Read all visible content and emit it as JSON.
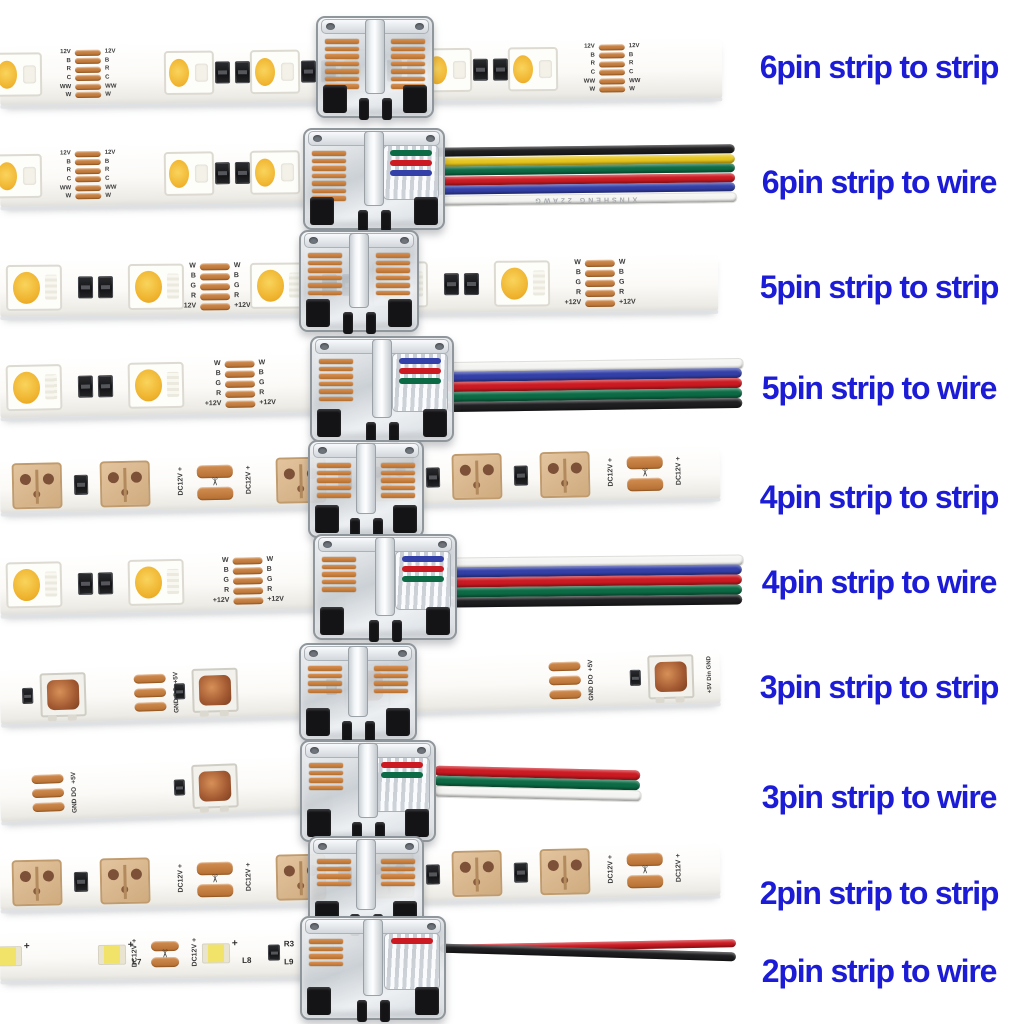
{
  "palette": {
    "background": "#ffffff",
    "label_color": "#1c1cd6",
    "copper": "#c0763c",
    "wire_hex": {
      "black": "#1e1e20",
      "yellow": "#e6c51e",
      "green": "#0c6b45",
      "red": "#cc1a22",
      "blue": "#3340a8",
      "white": "#f4f4f2"
    }
  },
  "rows": [
    {
      "label": "6pin strip to strip",
      "pins": 6,
      "connection": "strip-to-strip",
      "pad_labels": [
        "12V",
        "B",
        "R",
        "C",
        "WW",
        "W"
      ]
    },
    {
      "label": "6pin strip to wire",
      "pins": 6,
      "connection": "strip-to-wire",
      "pad_labels": [
        "12V",
        "B",
        "R",
        "C",
        "WW",
        "W"
      ],
      "wire_colors": [
        "black",
        "yellow",
        "green",
        "red",
        "blue",
        "white"
      ],
      "wire_print": "XINSHENG 22AWG"
    },
    {
      "label": "5pin strip to strip",
      "pins": 5,
      "connection": "strip-to-strip",
      "pad_labels": [
        "W",
        "B",
        "G",
        "R",
        "+12V"
      ]
    },
    {
      "label": "5pin strip to wire",
      "pins": 5,
      "connection": "strip-to-wire",
      "pad_labels": [
        "W",
        "B",
        "G",
        "R",
        "+12V"
      ],
      "wire_colors": [
        "white",
        "blue",
        "red",
        "green",
        "black"
      ]
    },
    {
      "label": "4pin strip to strip",
      "pins": 4,
      "connection": "strip-to-strip",
      "pad_labels": [
        "DC12V",
        "+"
      ],
      "cut_mark": "scissors"
    },
    {
      "label": "4pin strip to wire",
      "pins": 4,
      "connection": "strip-to-wire",
      "pad_labels": [
        "W",
        "B",
        "G",
        "R",
        "+12V"
      ],
      "wire_colors": [
        "white",
        "blue",
        "red",
        "green",
        "black"
      ]
    },
    {
      "label": "3pin strip to strip",
      "pins": 3,
      "connection": "strip-to-strip",
      "pad_labels": [
        "+5V",
        "DO",
        "GND"
      ],
      "end_marking": "+5V Din GND"
    },
    {
      "label": "3pin strip to wire",
      "pins": 3,
      "connection": "strip-to-wire",
      "pad_labels": [
        "+5V",
        "DO",
        "GND"
      ],
      "wire_colors": [
        "red",
        "green",
        "white"
      ]
    },
    {
      "label": "2pin strip to strip",
      "pins": 2,
      "connection": "strip-to-strip",
      "pad_labels": [
        "DC12V",
        "+"
      ],
      "cut_mark": "scissors"
    },
    {
      "label": "2pin strip to wire",
      "pins": 2,
      "connection": "strip-to-wire",
      "pad_labels": [
        "DC12V",
        "+"
      ],
      "cut_mark": "scissors",
      "strip_markings": [
        "+",
        "L7",
        "L8",
        "R3",
        "L9"
      ],
      "wire_colors": [
        "red",
        "black"
      ]
    }
  ]
}
